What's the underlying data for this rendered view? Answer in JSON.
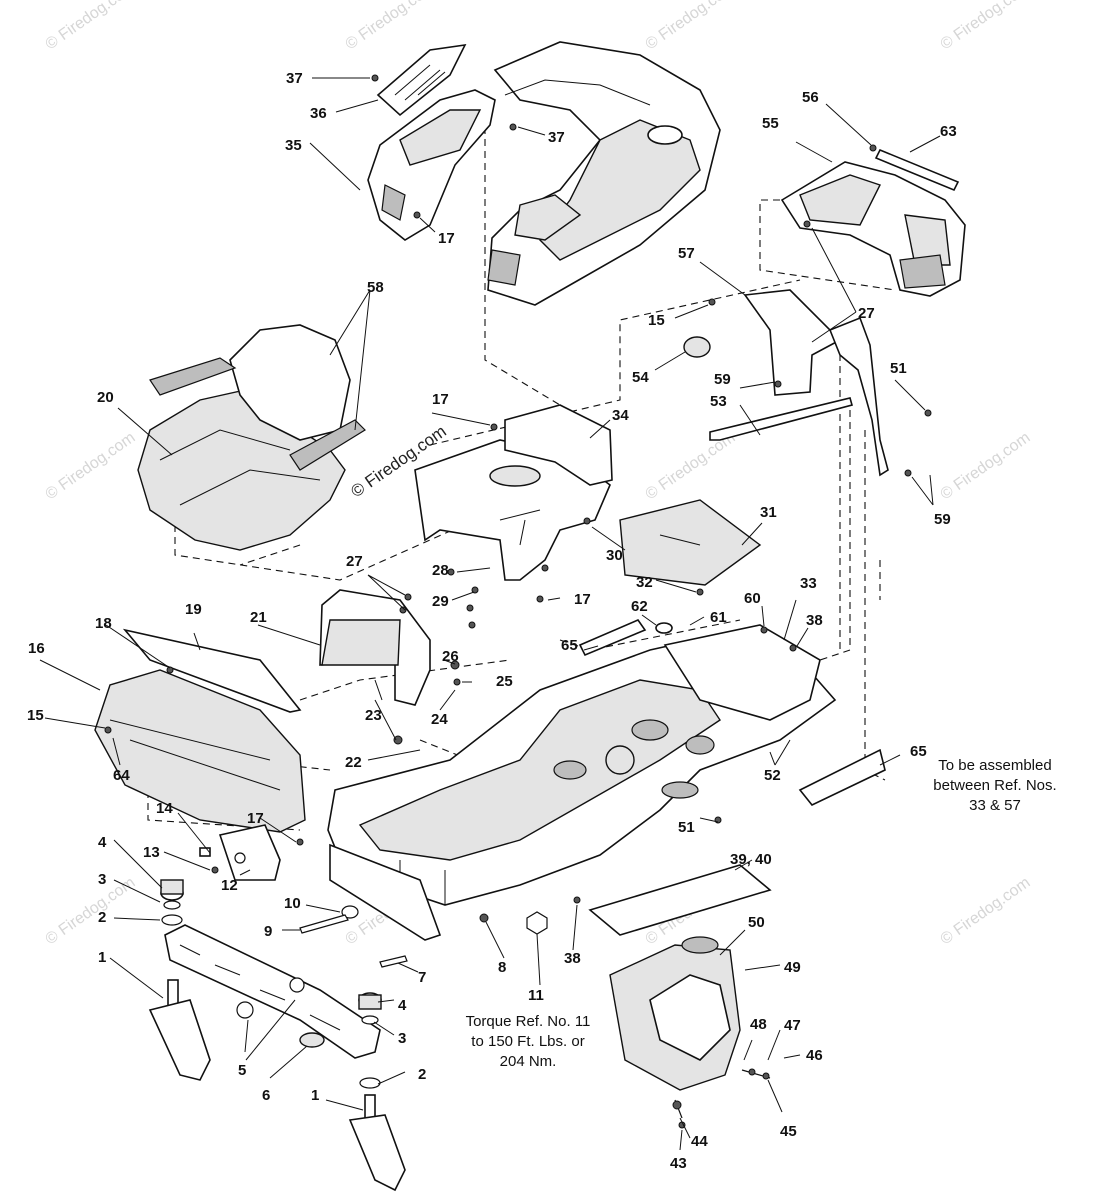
{
  "watermark": "© Firedog.com",
  "callouts": {
    "c1a": "1",
    "c1b": "1",
    "c2a": "2",
    "c2b": "2",
    "c3a": "3",
    "c3b": "3",
    "c4a": "4",
    "c4b": "4",
    "c5": "5",
    "c6": "6",
    "c7": "7",
    "c8": "8",
    "c9": "9",
    "c10": "10",
    "c11": "11",
    "c12": "12",
    "c13": "13",
    "c14": "14",
    "c15a": "15",
    "c15b": "15",
    "c16": "16",
    "c17a": "17",
    "c17b": "17",
    "c17c": "17",
    "c17d": "17",
    "c18": "18",
    "c19": "19",
    "c20": "20",
    "c21": "21",
    "c22": "22",
    "c23": "23",
    "c24": "24",
    "c25": "25",
    "c26": "26",
    "c27a": "27",
    "c27b": "27",
    "c28": "28",
    "c29": "29",
    "c30": "30",
    "c31": "31",
    "c32": "32",
    "c33": "33",
    "c34": "34",
    "c35": "35",
    "c36": "36",
    "c37a": "37",
    "c37b": "37",
    "c38a": "38",
    "c38b": "38",
    "c3940": "39, 40",
    "c43": "43",
    "c44": "44",
    "c45": "45",
    "c46": "46",
    "c47": "47",
    "c48": "48",
    "c49": "49",
    "c50": "50",
    "c51a": "51",
    "c51b": "51",
    "c52": "52",
    "c53": "53",
    "c54": "54",
    "c55": "55",
    "c56": "56",
    "c57": "57",
    "c58": "58",
    "c59a": "59",
    "c59b": "59",
    "c60": "60",
    "c61": "61",
    "c62": "62",
    "c63": "63",
    "c64": "64",
    "c65a": "65",
    "c65b": "65"
  },
  "notes": {
    "torque_line1": "Torque Ref. No. 11",
    "torque_line2": "to 150 Ft. Lbs. or",
    "torque_line3": "204 Nm.",
    "assembly_line1": "To be assembled",
    "assembly_line2": "between Ref. Nos.",
    "assembly_line3": "33 & 57"
  }
}
